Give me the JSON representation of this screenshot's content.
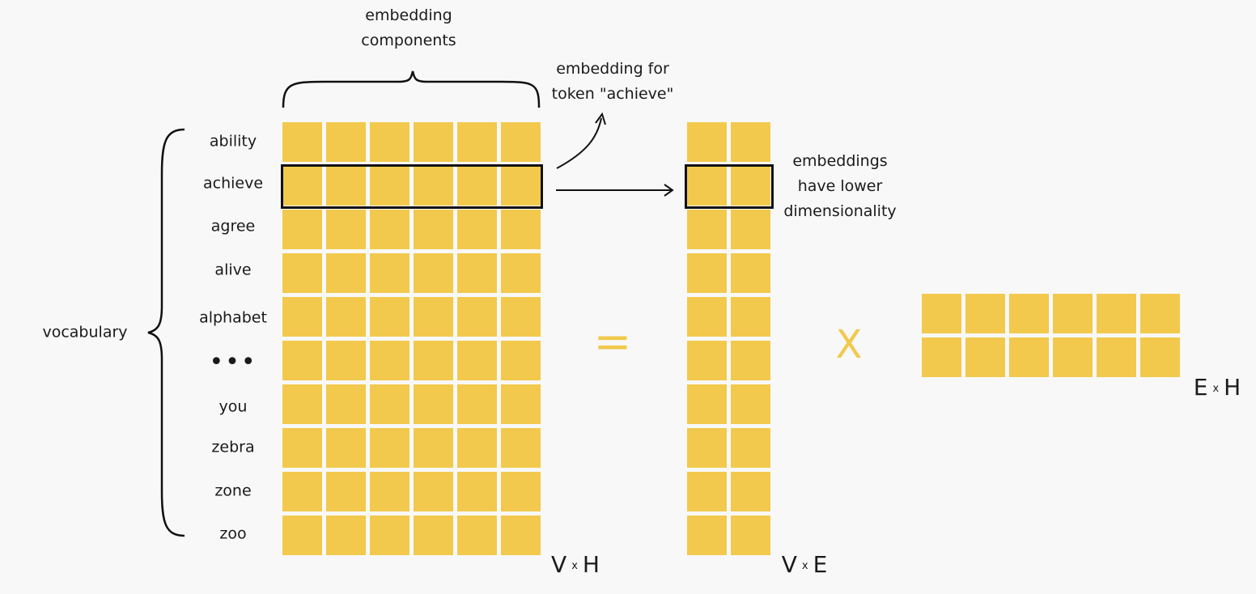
{
  "labels": {
    "embedding_components": [
      "embedding",
      "components"
    ],
    "embedding_for_token": [
      "embedding for",
      "token \"achieve\""
    ],
    "embeddings_lower_dim": [
      "embeddings",
      "have lower",
      "dimensionality"
    ],
    "vocabulary": "vocabulary"
  },
  "vocabulary_words": [
    "ability",
    "achieve",
    "agree",
    "alive",
    "alphabet",
    "•••",
    "you",
    "zebra",
    "zone",
    "zoo"
  ],
  "highlighted_word": "achieve",
  "operators": {
    "equals": "=",
    "times": "X"
  },
  "matrices": {
    "VxH": {
      "rows": 10,
      "cols": 6,
      "label_left": "V",
      "label_x": "x",
      "label_right": "H"
    },
    "VxE": {
      "rows": 10,
      "cols": 2,
      "label_left": "V",
      "label_x": "x",
      "label_right": "E"
    },
    "ExH": {
      "rows": 2,
      "cols": 6,
      "label_left": "E",
      "label_x": "x",
      "label_right": "H"
    }
  },
  "colors": {
    "cell": "#f2c94c",
    "operator": "#f2c94c",
    "outline": "#111111",
    "background": "#f8f8f8"
  }
}
